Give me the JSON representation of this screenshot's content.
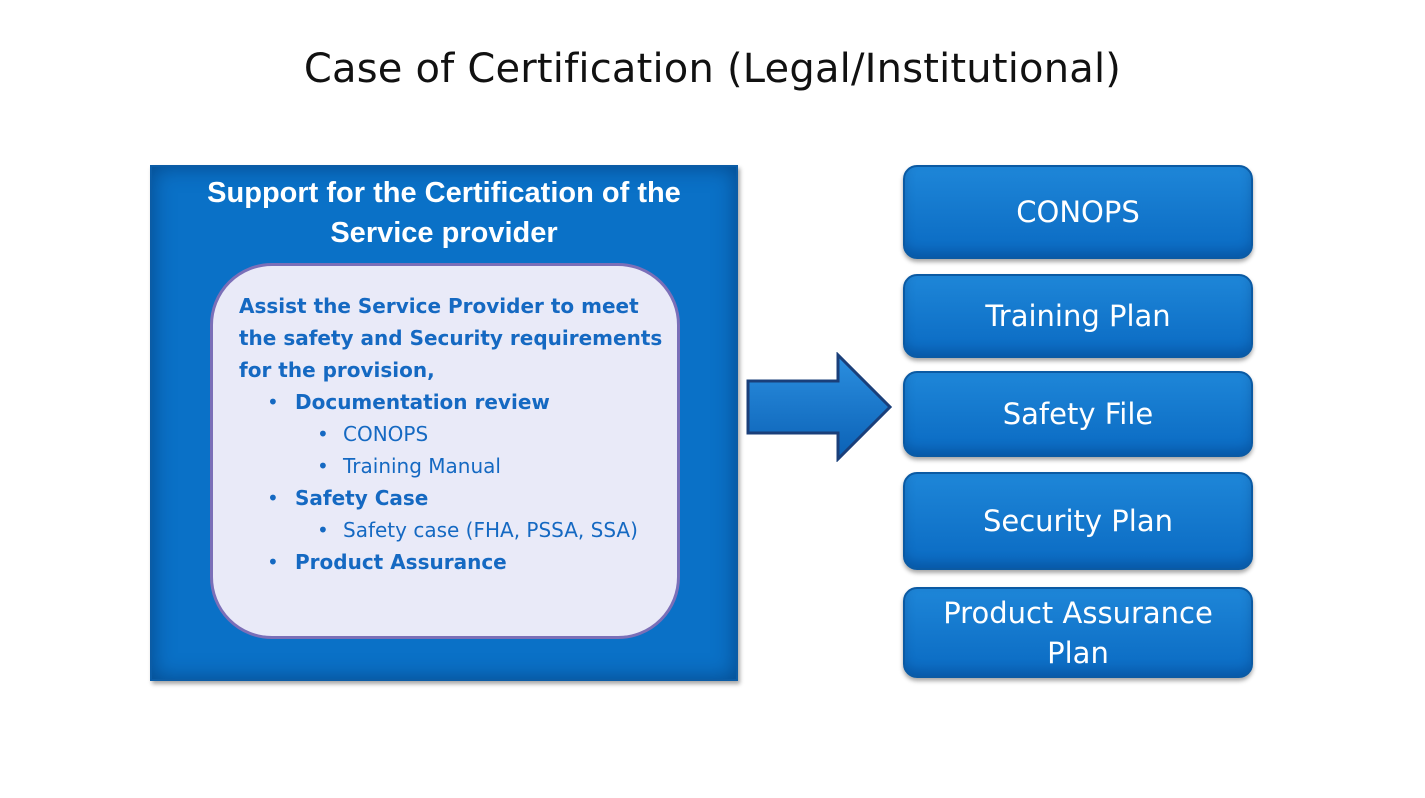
{
  "title": "Case of Certification (Legal/Institutional)",
  "left_panel": {
    "heading": "Support for the Certification of the Service provider",
    "intro": "Assist the Service Provider to meet the safety and Security requirements for the provision,",
    "items": [
      {
        "label": "Documentation review",
        "subitems": [
          "CONOPS",
          "Training Manual"
        ]
      },
      {
        "label": "Safety Case",
        "subitems": [
          "Safety case (FHA, PSSA, SSA)"
        ]
      },
      {
        "label": "Product Assurance",
        "subitems": []
      }
    ]
  },
  "outputs": [
    "CONOPS",
    "Training Plan",
    "Safety File",
    "Security Plan",
    "Product Assurance Plan"
  ],
  "colors": {
    "panel_blue": "#0a71c7",
    "inner_bg": "#e9eaf8",
    "inner_border": "#7b6fb8",
    "text_blue": "#1569c2"
  }
}
